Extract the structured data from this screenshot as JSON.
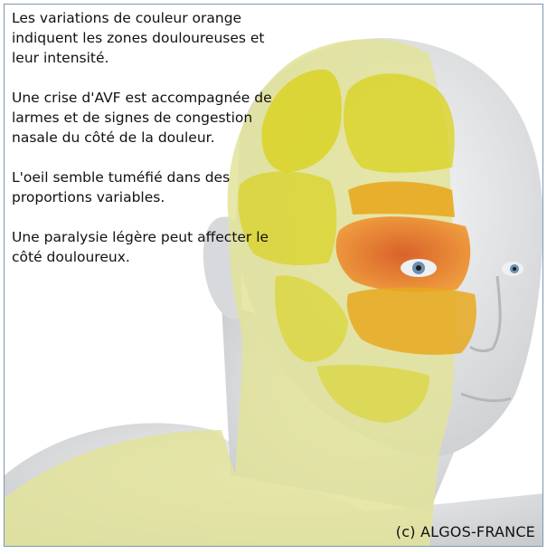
{
  "paragraphs": [
    "Les variations de couleur orange indiquent les zones douloureuses et leur intensité.",
    "Une crise d'AVF est accompagnée de larmes et de signes de congestion nasale du côté de la douleur.",
    "L'oeil semble tuméfié dans des proportions variables.",
    "Une paralysie légère peut affecter le côté douloureux."
  ],
  "copyright": "(c) ALGOS-FRANCE",
  "colors": {
    "frame_border": "#7a98b4",
    "skin_tint": "#e2e39a",
    "zone_light": "#d9d21c",
    "zone_medium": "#e8a820",
    "zone_intense": "#e07a10"
  }
}
